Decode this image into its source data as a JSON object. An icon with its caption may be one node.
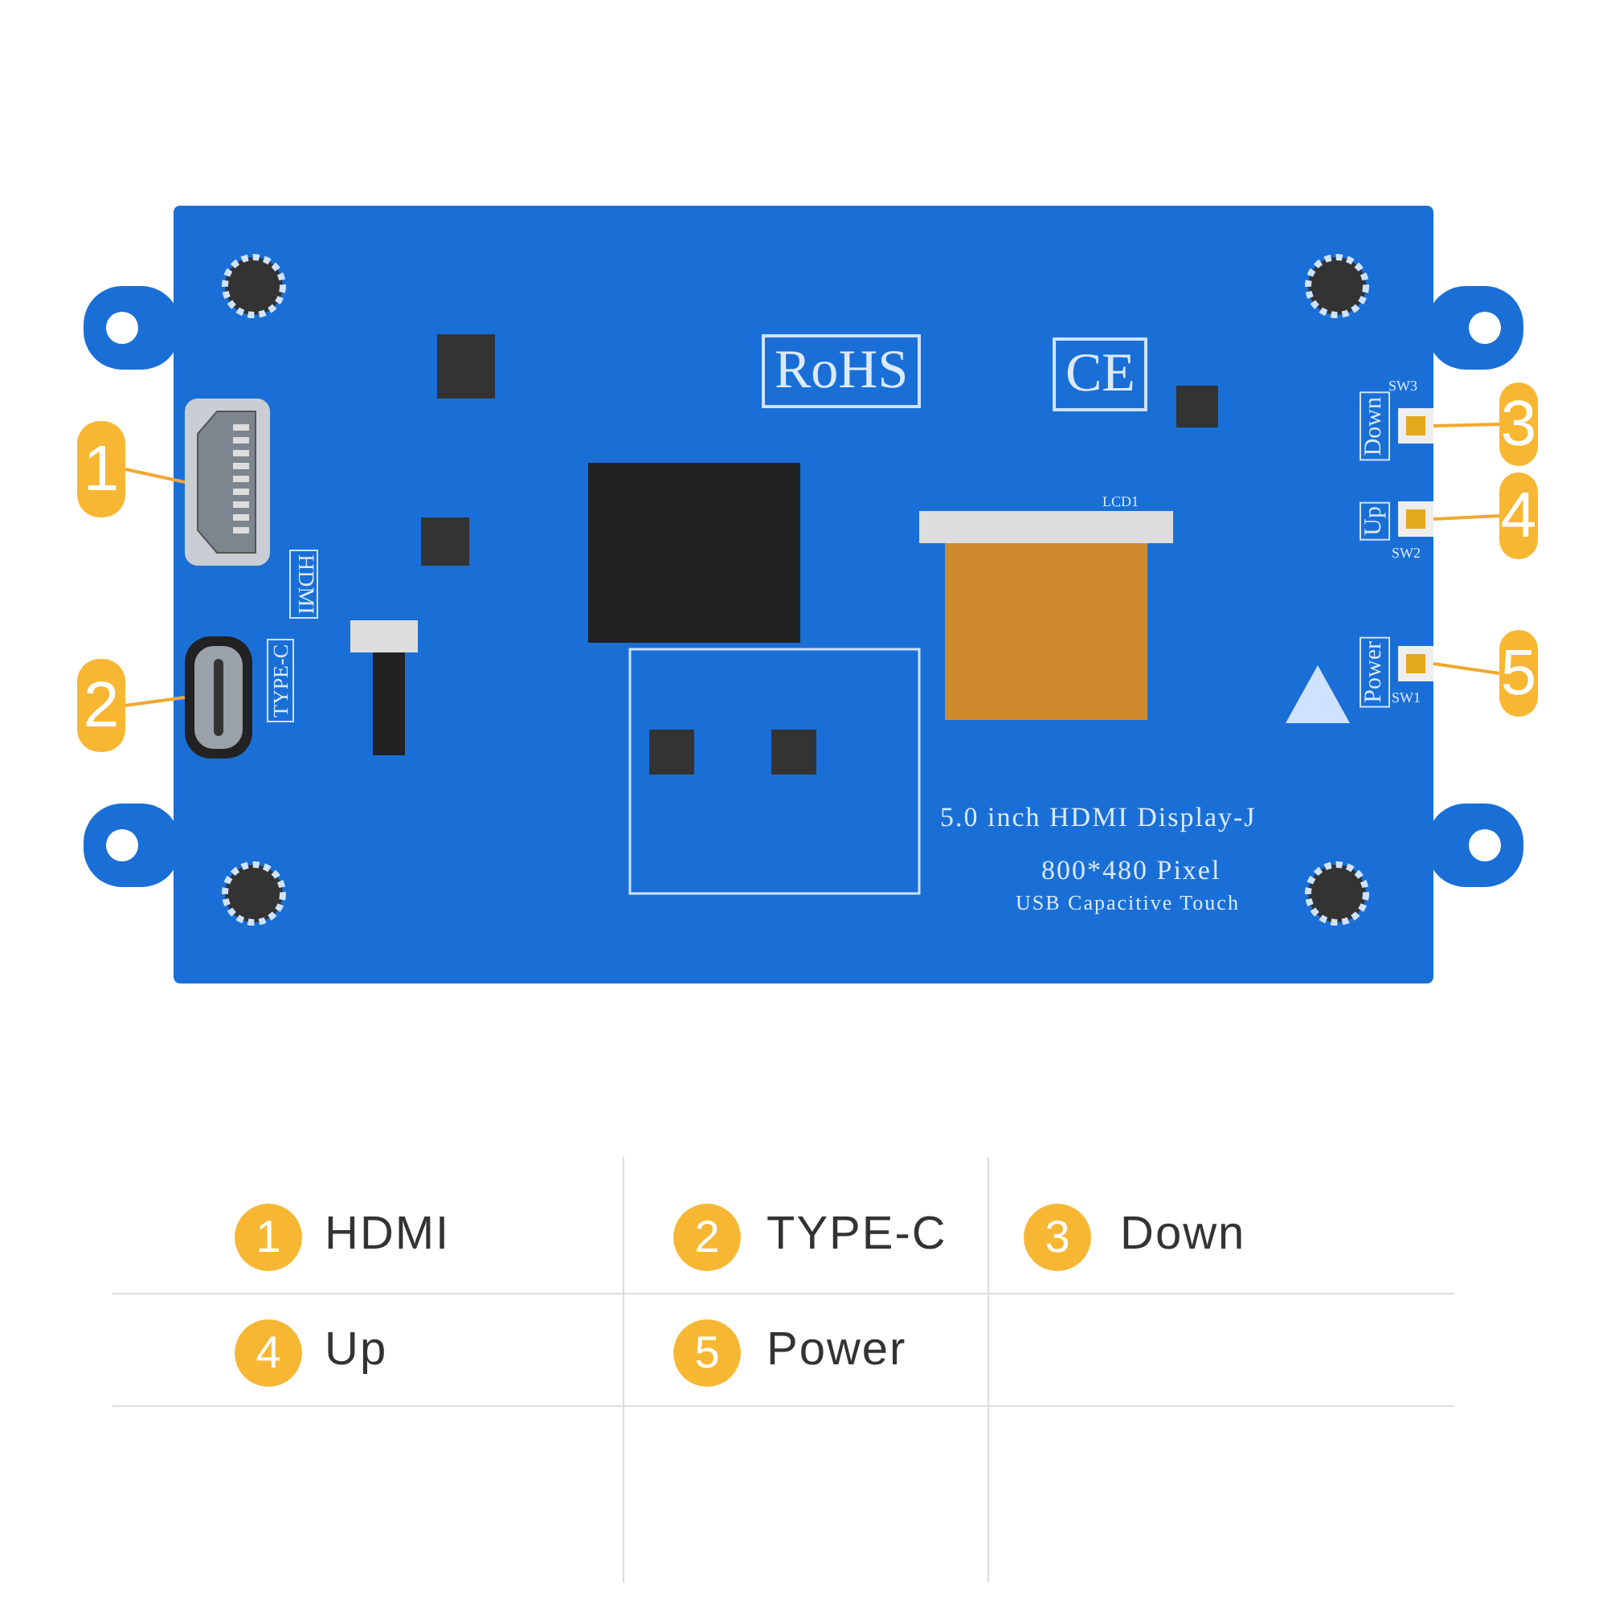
{
  "diagram": {
    "nodes": [
      {
        "text": [
          "5.0 inch HDMI Display-J",
          "800*480 Pixel",
          "USB Capacitive Touch"
        ]
      },
      {
        "text": [
          "1"
        ]
      },
      {
        "text": [],
        "shape": "picture",
        "in": 0,
        "beside": [
          "HDMI"
        ]
      },
      {
        "text": [
          "2"
        ]
      },
      {
        "text": [],
        "shape": "picture",
        "in": 0,
        "beside": [
          "TYPE-C"
        ]
      },
      {
        "text": [
          "3"
        ]
      },
      {
        "text": [],
        "shape": "picture",
        "in": 0,
        "beside": [
          "SW3"
        ]
      },
      {
        "text": [
          "4"
        ]
      },
      {
        "text": [],
        "shape": "picture",
        "in": 0,
        "beside": [
          "SW2"
        ]
      },
      {
        "text": [
          "5"
        ]
      },
      {
        "text": [],
        "shape": "picture",
        "in": 0,
        "beside": [
          "SW1"
        ]
      }
    ],
    "edges": [
      {
        "from": 1,
        "to": 2,
        "arrow": "none"
      },
      {
        "from": 3,
        "to": 4,
        "arrow": "none"
      },
      {
        "from": 5,
        "to": 6,
        "arrow": "none"
      },
      {
        "from": 7,
        "to": 8,
        "arrow": "none"
      },
      {
        "from": 9,
        "to": 10,
        "arrow": "none"
      }
    ],
    "labels": [
      "RoHS",
      "CE",
      "Down",
      "LCD1",
      "Up",
      "Power",
      "1",
      "HDMI",
      "2",
      "TYPE-C",
      "3",
      "Down",
      "4",
      "Up",
      "5",
      "Power"
    ]
  }
}
